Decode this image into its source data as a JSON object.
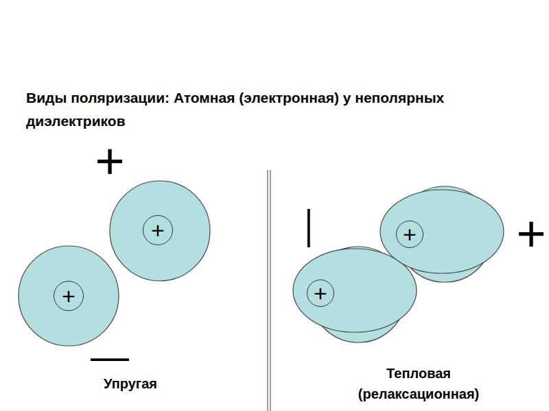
{
  "diagram": {
    "title": "Виды поляризации: Атомная (электронная) у неполярных диэлектриков",
    "nodes": [
      {
        "text": [
          "+"
        ]
      },
      {
        "text": [
          "+"
        ]
      },
      {
        "text": [
          "+"
        ]
      },
      {
        "text": [
          "+"
        ]
      }
    ],
    "labels": [
      "+",
      "—",
      "—",
      "+",
      "Упругая",
      "Тепловая (релаксационная)"
    ]
  }
}
